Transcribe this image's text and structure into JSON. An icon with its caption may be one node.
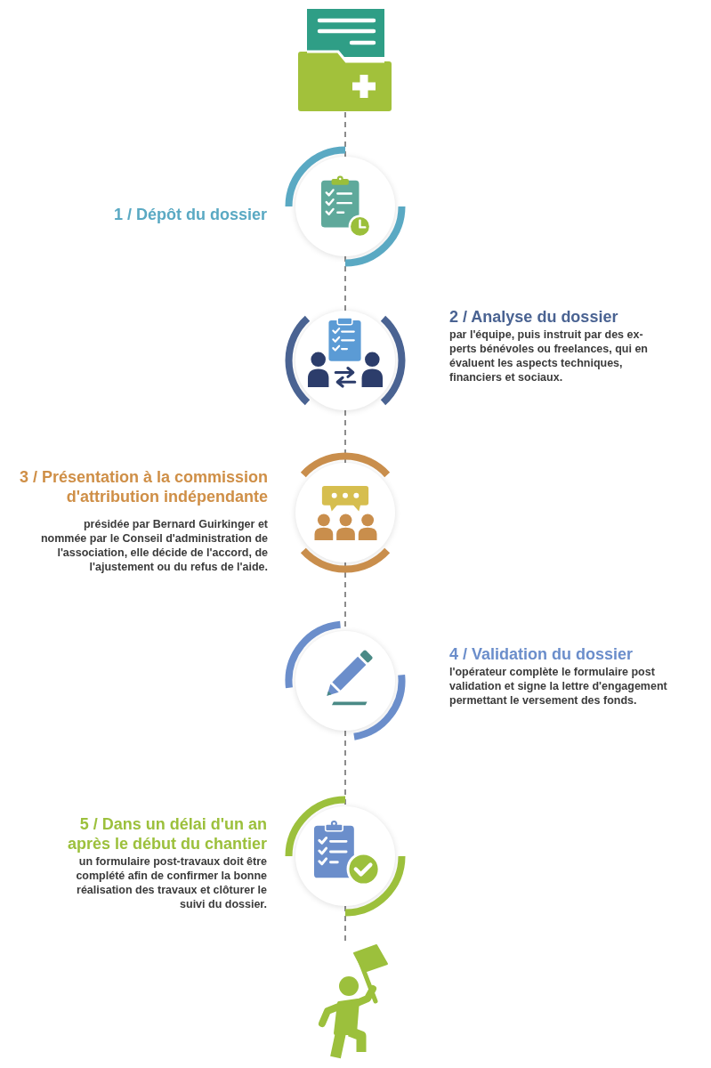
{
  "diagram": {
    "nodes": [
      {
        "text": [],
        "shape": "picture"
      },
      {
        "text": [],
        "shape": "circle",
        "beside": [
          "1 / Dépôt du dossier"
        ]
      },
      {
        "text": [],
        "shape": "circle",
        "beside": [
          "2 / Analyse du dossier",
          "par l'équipe, puis instruit par des ex-perts bénévoles ou freelances, qui en évaluent les aspects techniques, financiers et sociaux."
        ]
      },
      {
        "text": [],
        "shape": "circle",
        "beside": [
          "3 / Présentation à la commission d'attribution indépendante",
          "présidée par Bernard Guirkinger et nommée par le Conseil d'administration de l'association, elle décide de l'accord, de l'ajustement ou du refus de l'aide."
        ]
      },
      {
        "text": [],
        "shape": "circle",
        "beside": [
          "4 / Validation du dossier",
          "l'opérateur complète le formulaire post validation et signe la lettre d'engagement permettant le versement des fonds."
        ]
      },
      {
        "text": [],
        "shape": "circle",
        "beside": [
          "5 / Dans un délai d'un an après le début du chantier",
          "un formulaire post-travaux doit être complété afin de confirmer la bonne réalisation des travaux et clôturer le suivi du dossier."
        ]
      },
      {
        "text": [],
        "shape": "person"
      }
    ],
    "edges": [
      {
        "from": 0,
        "to": 1,
        "arrow": "none",
        "style": "dashed"
      },
      {
        "from": 1,
        "to": 2,
        "arrow": "none",
        "style": "dashed"
      },
      {
        "from": 2,
        "to": 3,
        "arrow": "none",
        "style": "dashed"
      },
      {
        "from": 3,
        "to": 4,
        "arrow": "none",
        "style": "dashed"
      },
      {
        "from": 4,
        "to": 5,
        "arrow": "none",
        "style": "dashed"
      },
      {
        "from": 5,
        "to": 6,
        "arrow": "none",
        "style": "dashed"
      }
    ]
  }
}
